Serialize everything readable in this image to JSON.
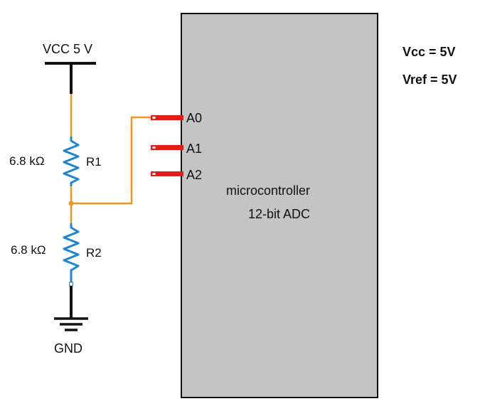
{
  "supply": {
    "label": "VCC 5 V"
  },
  "ground": {
    "label": "GND"
  },
  "resistors": [
    {
      "name": "R1",
      "value": "6.8 kΩ"
    },
    {
      "name": "R2",
      "value": "6.8 kΩ"
    }
  ],
  "microcontroller": {
    "title": "microcontroller",
    "subtitle": "12-bit ADC",
    "pins": [
      "A0",
      "A1",
      "A2"
    ]
  },
  "notes": {
    "vcc": "Vcc = 5V",
    "vref": "Vref = 5V"
  },
  "colors": {
    "wire": "#f0961e",
    "resistor": "#1e86d6",
    "pin": "#e41b17",
    "chip_fill": "#c4c4c4",
    "line": "#111111"
  }
}
